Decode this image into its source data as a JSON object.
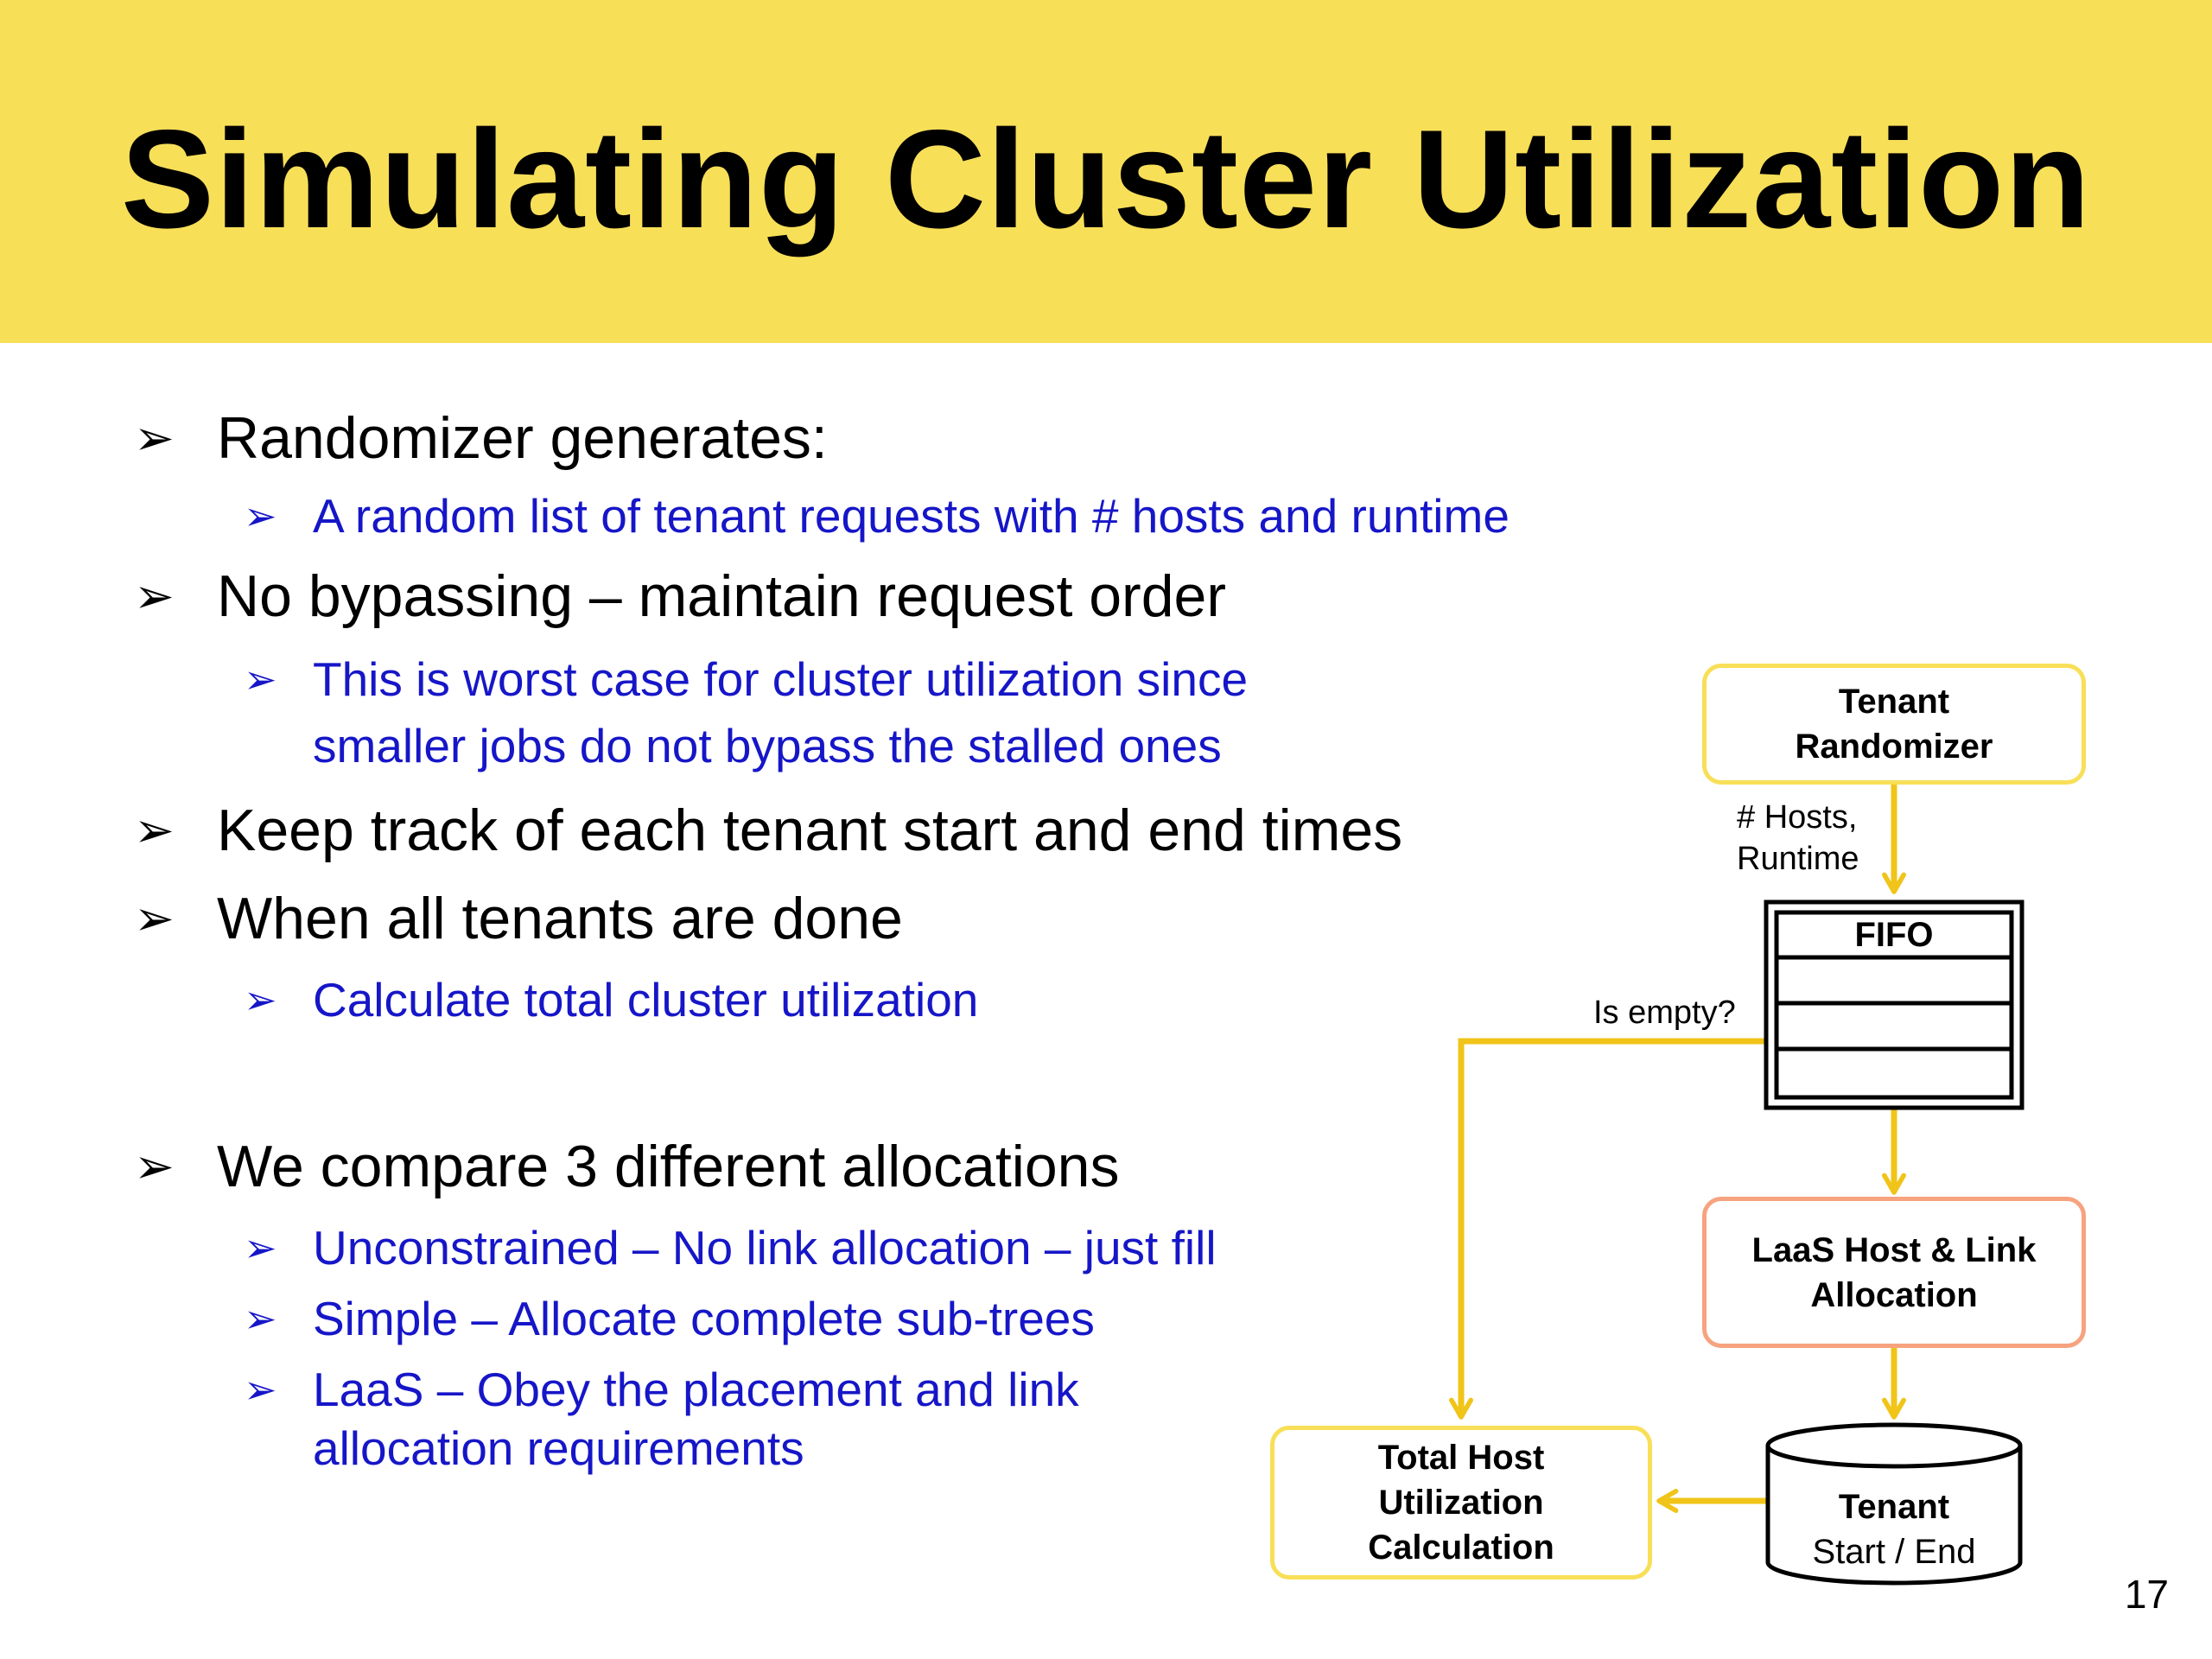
{
  "slide": {
    "title": "Simulating Cluster Utilization",
    "page_number": "17"
  },
  "bullets": [
    {
      "text": "Randomizer generates:",
      "level": 1
    },
    {
      "text": "A random list of tenant requests with # hosts and runtime",
      "level": 2
    },
    {
      "text": "No bypassing – maintain request order",
      "level": 1
    },
    {
      "text": "This is worst case for cluster utilization since",
      "level": 2
    },
    {
      "text": "smaller jobs do not bypass the stalled ones",
      "level": 2
    },
    {
      "text": "Keep track of each tenant start and end times",
      "level": 1
    },
    {
      "text": "When all tenants are done",
      "level": 1
    },
    {
      "text": "Calculate total cluster utilization",
      "level": 2
    },
    {
      "text": "We compare 3 different allocations",
      "level": 1
    },
    {
      "text": "Unconstrained – No link allocation – just fill",
      "level": 2
    },
    {
      "text": "Simple – Allocate complete sub-trees",
      "level": 2
    },
    {
      "text": "LaaS – Obey the placement and link",
      "level": 2
    },
    {
      "text": "allocation requirements",
      "level": 2
    }
  ],
  "diagram": {
    "tenant_randomizer": {
      "line1": "Tenant",
      "line2": "Randomizer"
    },
    "edge_label": {
      "line1": "# Hosts,",
      "line2": "Runtime"
    },
    "fifo": {
      "label": "FIFO"
    },
    "is_empty_label": "Is empty?",
    "allocation": {
      "line1": "LaaS Host & Link",
      "line2": "Allocation"
    },
    "tenant_store": {
      "line1": "Tenant",
      "line2": "Start / End"
    },
    "total_calc": {
      "line1": "Total Host",
      "line2": "Utilization",
      "line3": "Calculation"
    }
  },
  "colors": {
    "header": "#f8df58",
    "arrows": "#f0c419",
    "allocation_border": "#f7a37f",
    "sub_bullet_text": "#1616c8"
  }
}
